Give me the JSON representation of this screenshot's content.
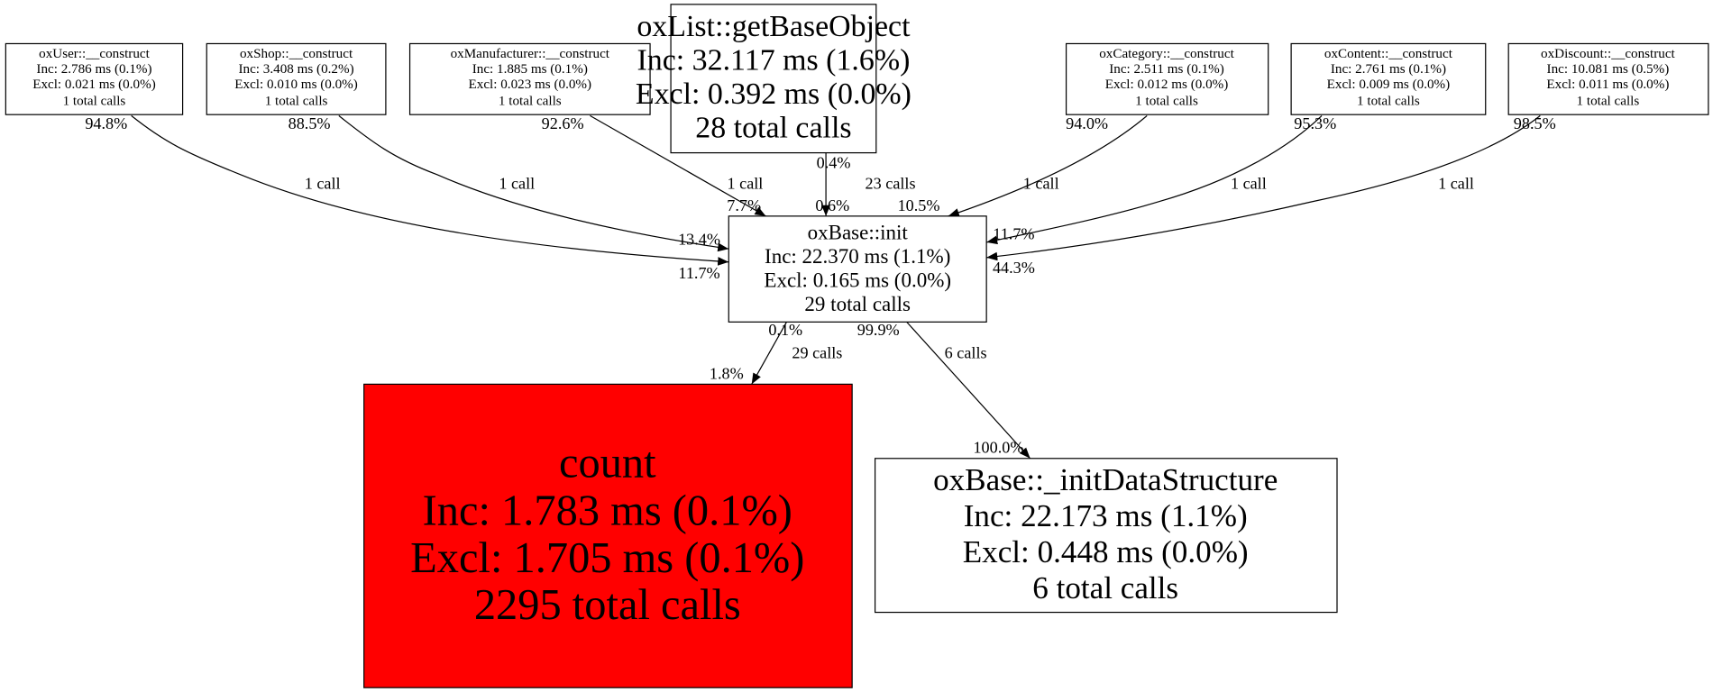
{
  "colors": {
    "hot": "#ff0000",
    "normal": "#ffffff",
    "stroke": "#000000"
  },
  "nodes": {
    "oxUser": {
      "name": "oxUser::__construct",
      "inc": "Inc: 2.786 ms (0.1%)",
      "excl": "Excl: 0.021 ms (0.0%)",
      "calls": "1 total calls"
    },
    "oxShop": {
      "name": "oxShop::__construct",
      "inc": "Inc: 3.408 ms (0.2%)",
      "excl": "Excl: 0.010 ms (0.0%)",
      "calls": "1 total calls"
    },
    "oxManufacturer": {
      "name": "oxManufacturer::__construct",
      "inc": "Inc: 1.885 ms (0.1%)",
      "excl": "Excl: 0.023 ms (0.0%)",
      "calls": "1 total calls"
    },
    "oxList": {
      "name": "oxList::getBaseObject",
      "inc": "Inc: 32.117 ms (1.6%)",
      "excl": "Excl: 0.392 ms (0.0%)",
      "calls": "28 total calls"
    },
    "oxCategory": {
      "name": "oxCategory::__construct",
      "inc": "Inc: 2.511 ms (0.1%)",
      "excl": "Excl: 0.012 ms (0.0%)",
      "calls": "1 total calls"
    },
    "oxContent": {
      "name": "oxContent::__construct",
      "inc": "Inc: 2.761 ms (0.1%)",
      "excl": "Excl: 0.009 ms (0.0%)",
      "calls": "1 total calls"
    },
    "oxDiscount": {
      "name": "oxDiscount::__construct",
      "inc": "Inc: 10.081 ms (0.5%)",
      "excl": "Excl: 0.011 ms (0.0%)",
      "calls": "1 total calls"
    },
    "init": {
      "name": "oxBase::init",
      "inc": "Inc: 22.370 ms (1.1%)",
      "excl": "Excl: 0.165 ms (0.0%)",
      "calls": "29 total calls"
    },
    "count": {
      "name": "count",
      "inc": "Inc: 1.783 ms (0.1%)",
      "excl": "Excl: 1.705 ms (0.1%)",
      "calls": "2295 total calls"
    },
    "initDS": {
      "name": "oxBase::_initDataStructure",
      "inc": "Inc: 22.173 ms (1.1%)",
      "excl": "Excl: 0.448 ms (0.0%)",
      "calls": "6 total calls"
    }
  },
  "edges": {
    "user_init": {
      "tail": "94.8%",
      "label": "1 call",
      "head": "11.7%"
    },
    "shop_init": {
      "tail": "88.5%",
      "label": "1 call",
      "head": "13.4%"
    },
    "manu_init": {
      "tail": "92.6%",
      "label": "1 call",
      "head": "7.7%"
    },
    "list_init": {
      "tail": "0.4%",
      "label": "23 calls",
      "head": "0.6%"
    },
    "cat_init": {
      "tail": "94.0%",
      "label": "1 call",
      "head": "10.5%"
    },
    "content_init": {
      "tail": "95.3%",
      "label": "1 call",
      "head": "11.7%"
    },
    "discount_init": {
      "tail": "98.5%",
      "label": "1 call",
      "head": "44.3%"
    },
    "init_count": {
      "tail": "0.1%",
      "label": "29 calls",
      "head": "1.8%"
    },
    "init_initDS": {
      "tail": "99.9%",
      "label": "6 calls",
      "head": "100.0%"
    }
  }
}
